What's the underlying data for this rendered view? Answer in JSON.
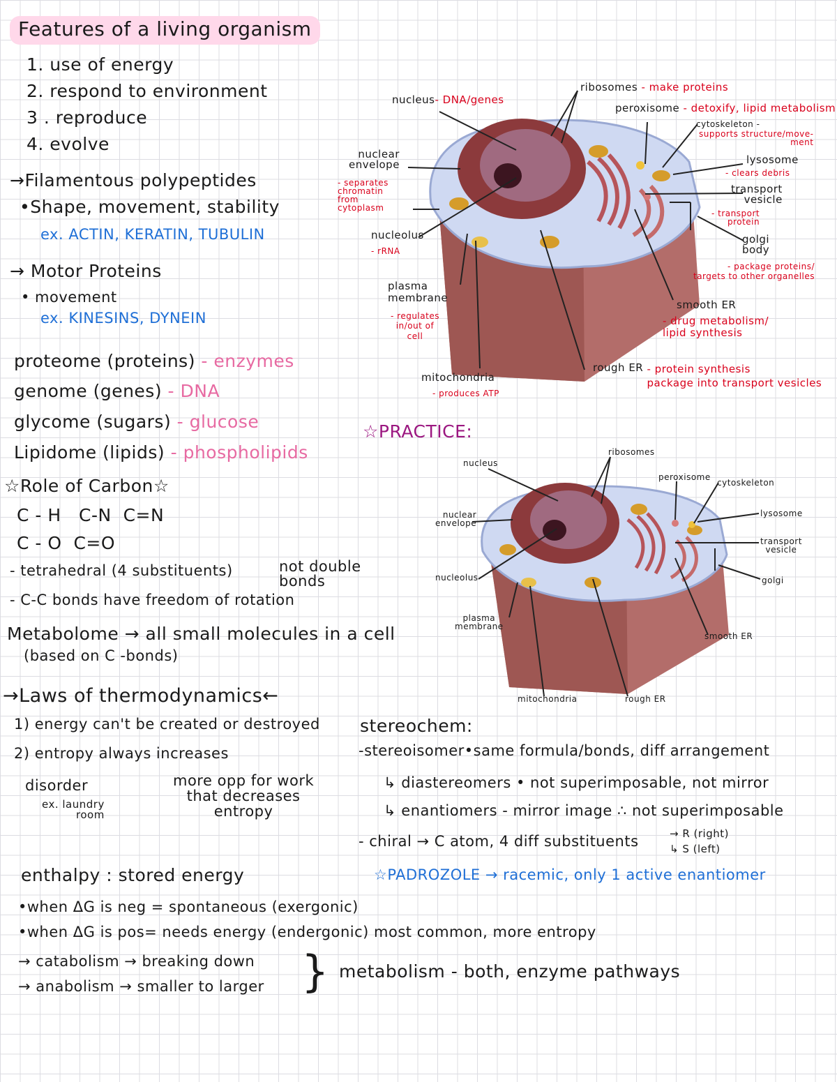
{
  "title": "Features of a living organism",
  "features": [
    "1. use of energy",
    "2. respond to environment",
    "3 . reproduce",
    "4. evolve"
  ],
  "filamentous": {
    "heading": "→Filamentous polypeptides",
    "bullet": "•Shape, movement, stability",
    "example": "ex. ACTIN, KERATIN, TUBULIN"
  },
  "motor": {
    "heading": "→ Motor Proteins",
    "bullet": "• movement",
    "example": "ex. KINESINS, DYNEIN"
  },
  "omes": [
    {
      "term": "proteome (proteins)",
      "note": "- enzymes"
    },
    {
      "term": "genome (genes)",
      "note": "- DNA"
    },
    {
      "term": "glycome (sugars)",
      "note": "- glucose"
    },
    {
      "term": "Lipidome (lipids)",
      "note": "- phospholipids"
    }
  ],
  "carbon": {
    "heading": "☆Role of Carbon☆",
    "bonds1": "C - H   C-N  C=N",
    "bonds2": "C - O  C=O",
    "tetra": "- tetrahedral (4 substituents)",
    "not_double": "not double\nbonds",
    "rotation": "- C-C bonds have freedom of rotation",
    "metabolome": "Metabolome → all small molecules in a cell",
    "metabolome_note": "(based on C -bonds)"
  },
  "cell_labeled": {
    "nucleus": "nucleus",
    "nucleus_note": "- DNA/genes",
    "ribosomes": "ribosomes",
    "ribosomes_note": "- make proteins",
    "peroxisome": "peroxisome",
    "peroxisome_note": "- detoxify, lipid metabolism",
    "cytoskeleton": "cytoskeleton -",
    "cytoskeleton_note": "supports structure/move-\nment",
    "nuclear_envelope": "nuclear\nenvelope",
    "nuclear_envelope_note": "- separates\nchromatin\nfrom\ncytoplasm",
    "lysosome": "lysosome",
    "lysosome_note": "- clears debris",
    "transport": "transport\nvesicle",
    "transport_note": "- transport\nprotein",
    "golgi": "golgi\nbody",
    "golgi_note": "- package proteins/\ntargets to other organelles",
    "nucleolus": "nucleolus",
    "nucleolus_note": "- rRNA",
    "plasma": "plasma\nmembrane",
    "plasma_note": "- regulates\nin/out of\ncell",
    "smooth_er": "smooth ER",
    "smooth_er_note": "- drug metabolism/\nlipid synthesis",
    "mitochondria": "mitochondria",
    "mitochondria_note": "- produces ATP",
    "rough_er": "rough ER",
    "rough_er_note": "- protein synthesis\npackage into transport vesicles"
  },
  "practice": {
    "heading": "☆PRACTICE:",
    "nucleus": "nucleus",
    "ribosomes": "ribosomes",
    "peroxisome": "peroxisome",
    "cytoskeleton": "cytoskeleton",
    "nuclear_envelope": "nuclear\nenvelope",
    "lysosome": "lysosome",
    "transport": "transport\nvesicle",
    "nucleolus": "nucleolus",
    "golgi": "golgi",
    "plasma": "plasma\nmembrane",
    "smooth_er": "smooth ER",
    "mitochondria": "mitochondria",
    "rough_er": "rough ER"
  },
  "thermo": {
    "heading": "→Laws of thermodynamics←",
    "law1": "1) energy can't be created or destroyed",
    "law2": "2) entropy always increases",
    "disorder": "disorder",
    "disorder_ex": "ex. laundry\nroom",
    "more_opp": "more opp for work\nthat decreases\nentropy",
    "enthalpy": "enthalpy : stored energy",
    "dg_neg": "•when ΔG is neg = spontaneous (exergonic)",
    "dg_pos": "•when ΔG is pos= needs energy (endergonic) most common, more entropy",
    "catabolism": "→ catabolism → breaking down",
    "anabolism": "→ anabolism → smaller to larger",
    "metabolism": "metabolism - both, enzyme pathways"
  },
  "stereo": {
    "heading": "stereochem:",
    "stereoisomer": "-stereoisomer•same formula/bonds, diff arrangement",
    "diastereomers": "↳ diastereomers • not superimposable, not mirror",
    "enantiomers": "↳ enantiomers - mirror image ∴ not superimposable",
    "chiral": "- chiral → C atom, 4 diff substituents",
    "r": "→ R (right)",
    "s": "↳ S (left)",
    "padrozole": "☆PADROZOLE → racemic, only 1 active enantiomer"
  }
}
